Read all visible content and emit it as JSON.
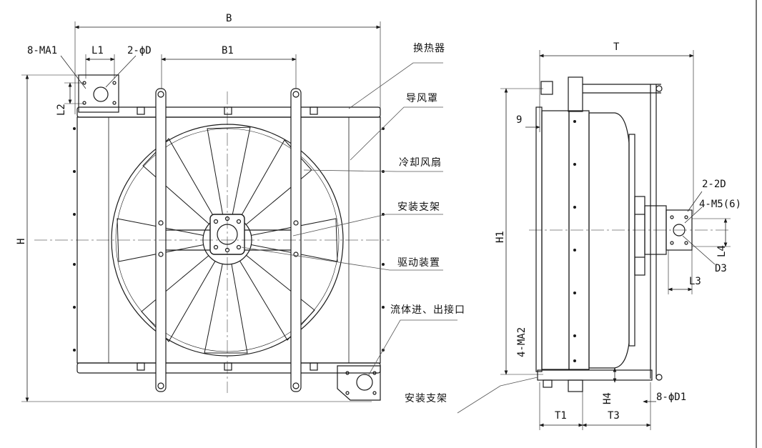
{
  "front_view": {
    "dim_B": "B",
    "dim_B1": "B1",
    "dim_L1": "L1",
    "dim_L2": "L2",
    "dim_H": "H",
    "thread_8_MA1": "8-MA1",
    "hole_2_phiD": "2-ϕD"
  },
  "side_view": {
    "dim_T": "T",
    "dim_9": "9",
    "dim_H1": "H1",
    "dim_2_2D": "2-2D",
    "thread_4_M5": "4-M5(6)",
    "dim_L4": "L4",
    "dim_D3": "D3",
    "dim_L3": "L3",
    "thread_4_MA2": "4-MA2",
    "dim_H4": "H4",
    "hole_8_phiD1": "8-ϕD1",
    "dim_T1": "T1",
    "dim_T3": "T3"
  },
  "callouts": {
    "heat_exchanger": "换热器",
    "air_guide_cover": "导风罩",
    "cooling_fan": "冷却风扇",
    "mounting_bracket": "安装支架",
    "drive_unit": "驱动装置",
    "fluid_inlet_outlet": "流体进、出接口",
    "mounting_bracket_bottom": "安装支架"
  },
  "colors": {
    "line": "#1a1a1a",
    "thin_line": "#555555",
    "background": "#ffffff"
  }
}
